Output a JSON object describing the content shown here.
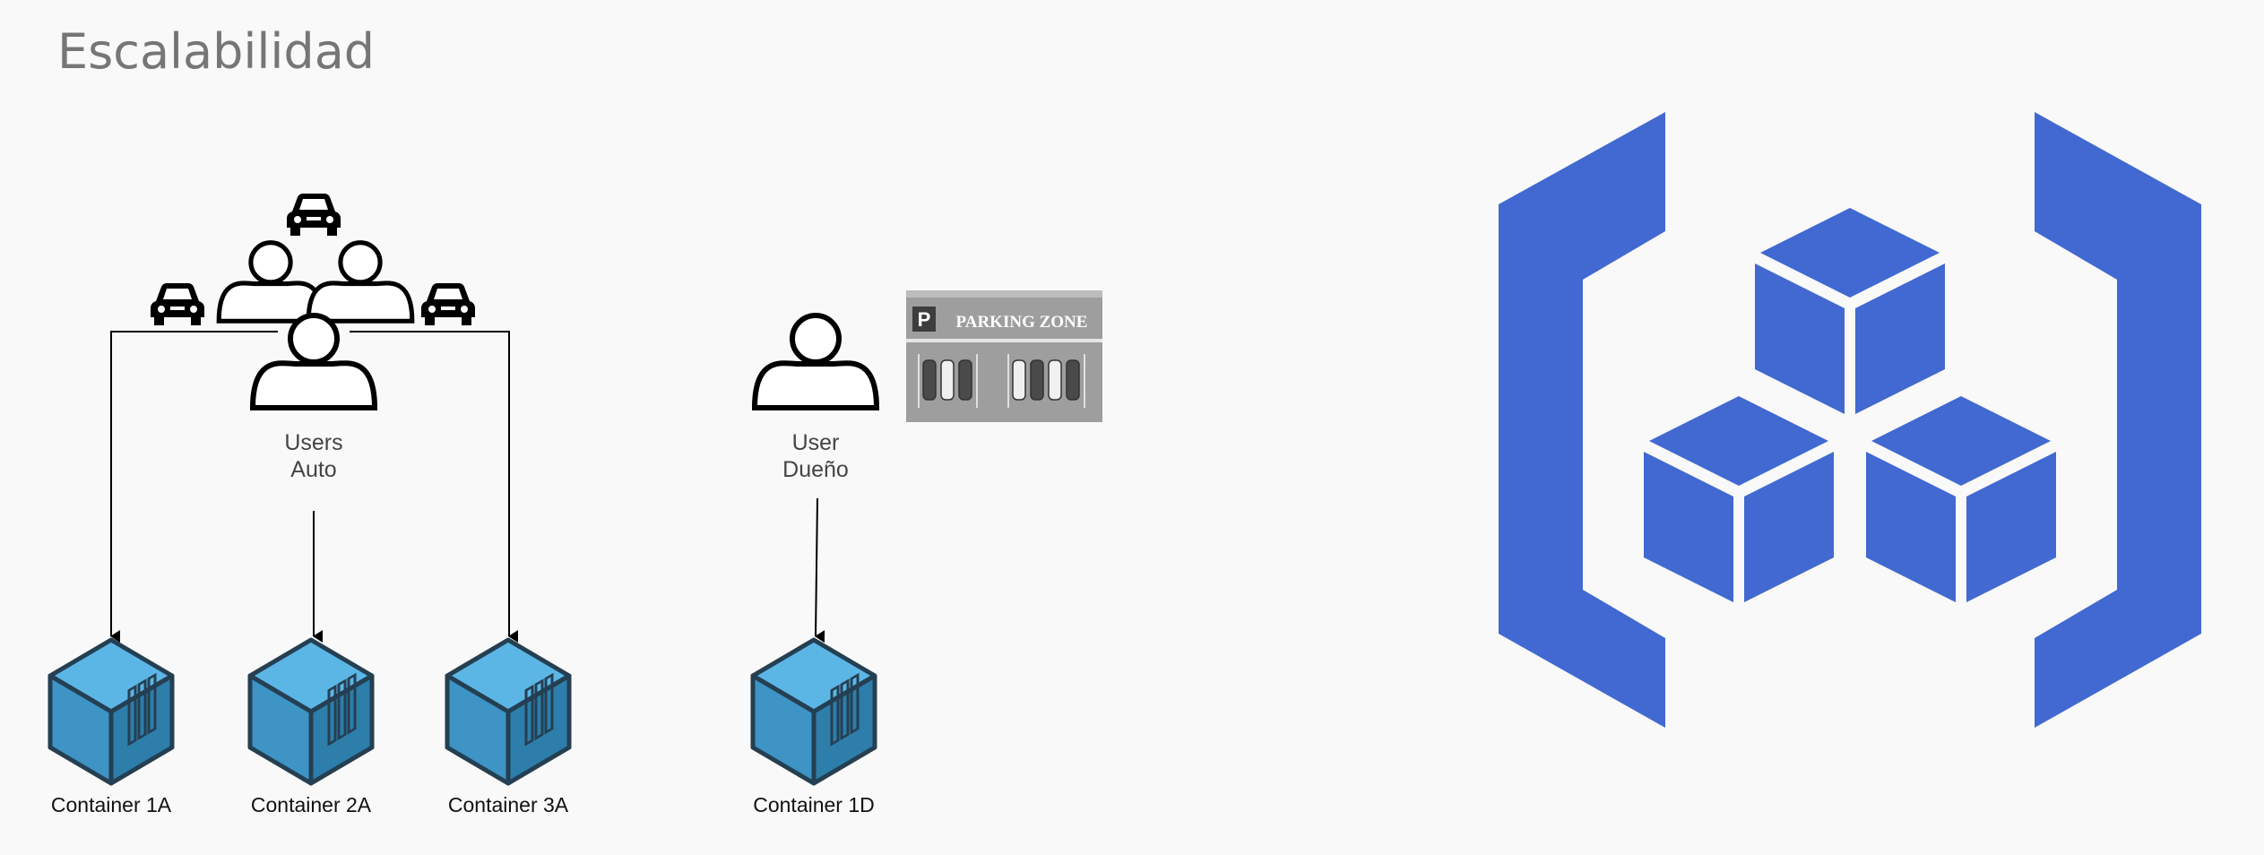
{
  "title": "Escalabilidad",
  "users_group": {
    "line1": "Users",
    "line2": "Auto"
  },
  "user_owner": {
    "line1": "User",
    "line2": "Dueño"
  },
  "parking_sign": {
    "letter": "P",
    "text": "PARKING ZONE"
  },
  "containers": [
    {
      "label": "Container 1A"
    },
    {
      "label": "Container 2A"
    },
    {
      "label": "Container 3A"
    },
    {
      "label": "Container 1D"
    }
  ],
  "colors": {
    "background": "#f9f9f9",
    "title": "#767676",
    "logo": "#4169d1",
    "container_top": "#5bb6e6",
    "container_front": "#3d94c5",
    "container_side": "#2d7eaa",
    "container_outline": "#253f52"
  },
  "icons": [
    "user-icon",
    "car-icon",
    "container-icon",
    "parking-sign-icon",
    "kubernetes-engine-logo"
  ]
}
